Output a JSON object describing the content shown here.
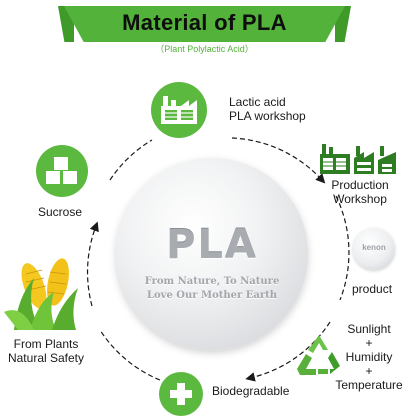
{
  "header": {
    "title": "Material of PLA",
    "subtitle": "（Plant Polylactic Acid）"
  },
  "ball": {
    "word": "PLA",
    "line1": "From Nature, To Nature",
    "line2": "Love Our Mother Earth"
  },
  "steps": {
    "workshop": {
      "line1": "Lactic acid",
      "line2": "PLA workshop"
    },
    "production": {
      "line1": "Production",
      "line2": "Workshop"
    },
    "product": {
      "label": "product",
      "pellet_text": "kenon"
    },
    "conditions": {
      "line1": "Sunlight",
      "line2": "+",
      "line3": "Humidity",
      "line4": "+",
      "line5": "Temperature"
    },
    "biodegradable": {
      "label": "Biodegradable"
    },
    "plants": {
      "line1": "From Plants",
      "line2": "Natural Safety"
    },
    "sucrose": {
      "label": "Sucrose"
    }
  },
  "colors": {
    "brand_green": "#52b23a",
    "dark_green": "#2f7d22",
    "ink": "#1a1a1a"
  }
}
